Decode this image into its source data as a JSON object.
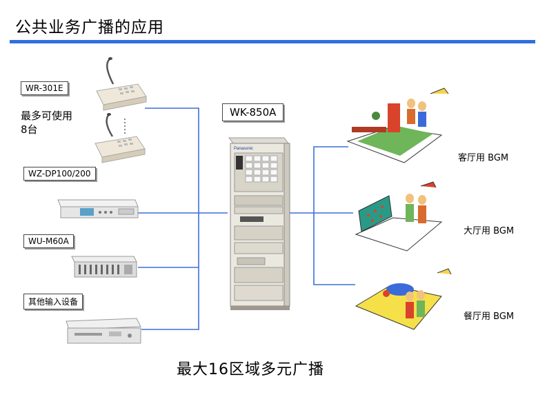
{
  "title": "公共业务广播的应用",
  "inputs": {
    "mic_model": "WR-301E",
    "mic_note": "最多可使用8台",
    "dp_model": "WZ-DP100/200",
    "mixer_model": "WU-M60A",
    "other_label": "其他输入设备"
  },
  "rack_model": "WK-850A",
  "rack_brand": "Panasonic",
  "zones": [
    "客厅用  BGM",
    "大厅用  BGM",
    "餐厅用  BGM"
  ],
  "footer": "最大16区域多元广播",
  "colors": {
    "accent": "#2f6fe0",
    "line": "#3b6fd8"
  }
}
